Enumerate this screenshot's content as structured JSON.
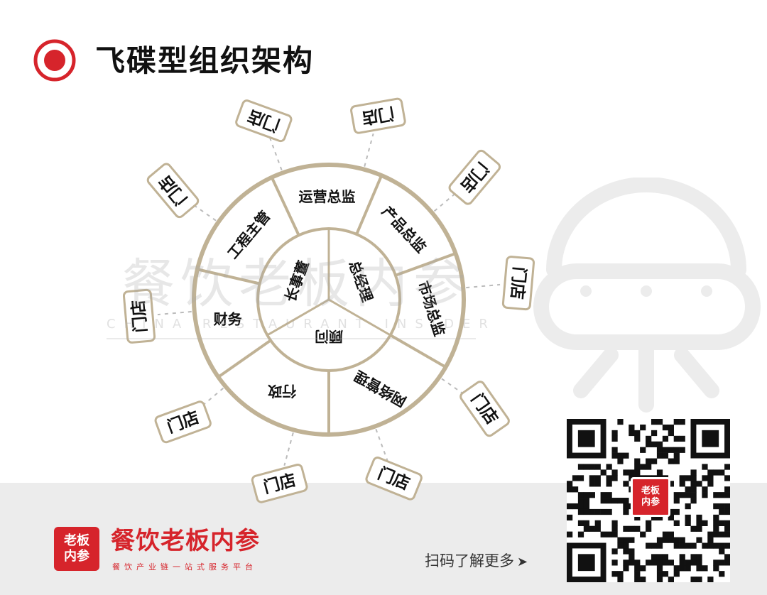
{
  "header": {
    "title": "飞碟型组织架构"
  },
  "diagram": {
    "inner": [
      "长事董",
      "总经理",
      "顾问"
    ],
    "ring": [
      "运营总监",
      "产品总监",
      "市场总监",
      "网络管理",
      "行政",
      "财务",
      "工程主管"
    ],
    "stores": [
      "门店",
      "门店",
      "门店",
      "门店",
      "门店",
      "门店",
      "门店",
      "门店",
      "门店",
      "门店"
    ]
  },
  "watermark": {
    "text": "餐饮老板内参",
    "sub": "CHINA RESTAURANT INSIDER"
  },
  "footer": {
    "logo_line1": "老板",
    "logo_line2": "内参",
    "brand_name": "餐饮老板内参",
    "slogan": "餐饮产业链一站式服务平台",
    "scan_text": "扫码了解更多"
  },
  "colors": {
    "ring": "#c0b295",
    "accent": "#d6242b"
  },
  "icons": {
    "title": "target-icon",
    "arrow": "arrow-right-icon",
    "ufo": "ufo-icon"
  }
}
